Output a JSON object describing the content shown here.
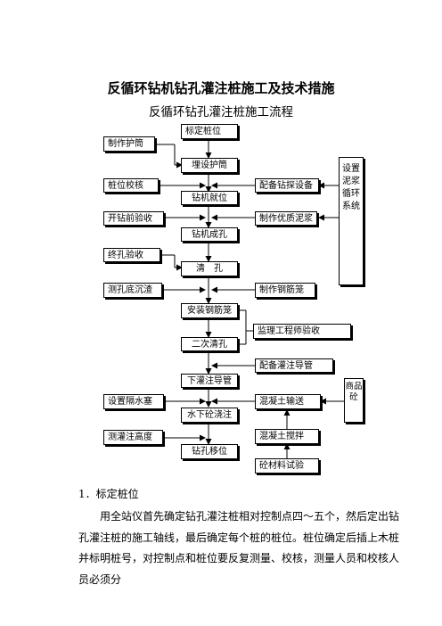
{
  "title": "反循环钻机钻孔灌注桩施工及技术措施",
  "subtitle": "反循环钻孔灌注桩施工流程",
  "flow": {
    "main": [
      "标定桩位",
      "埋设护筒",
      "钻机就位",
      "钻机成孔",
      "清　孔",
      "安装钢筋笼",
      "二次清孔",
      "下灌注导管",
      "水下砼浇注",
      "钻孔移位"
    ],
    "left": [
      "制作护筒",
      "桩位校核",
      "开钻前验收",
      "终孔验收",
      "测孔底沉渣",
      "设置隔水塞",
      "测灌注高度"
    ],
    "right": [
      "配备钻探设备",
      "制作优质泥浆",
      "制作钢筋笼",
      "监理工程师验收",
      "配备灌注导管",
      "混凝土输送",
      "混凝土搅拌",
      "砼材料试验"
    ],
    "side_tall": "设置泥浆循环系统",
    "side_small": "商品砼"
  },
  "section": {
    "heading": "1．标定桩位",
    "body": "用全站仪首先确定钻孔灌注桩相对控制点四～五个，然后定出钻孔灌注桩的施工轴线，最后确定每个桩的桩位。桩位确定后插上木桩并标明桩号，对控制点和桩位要反复测量、校核，测量人员和校核人员必须分"
  }
}
